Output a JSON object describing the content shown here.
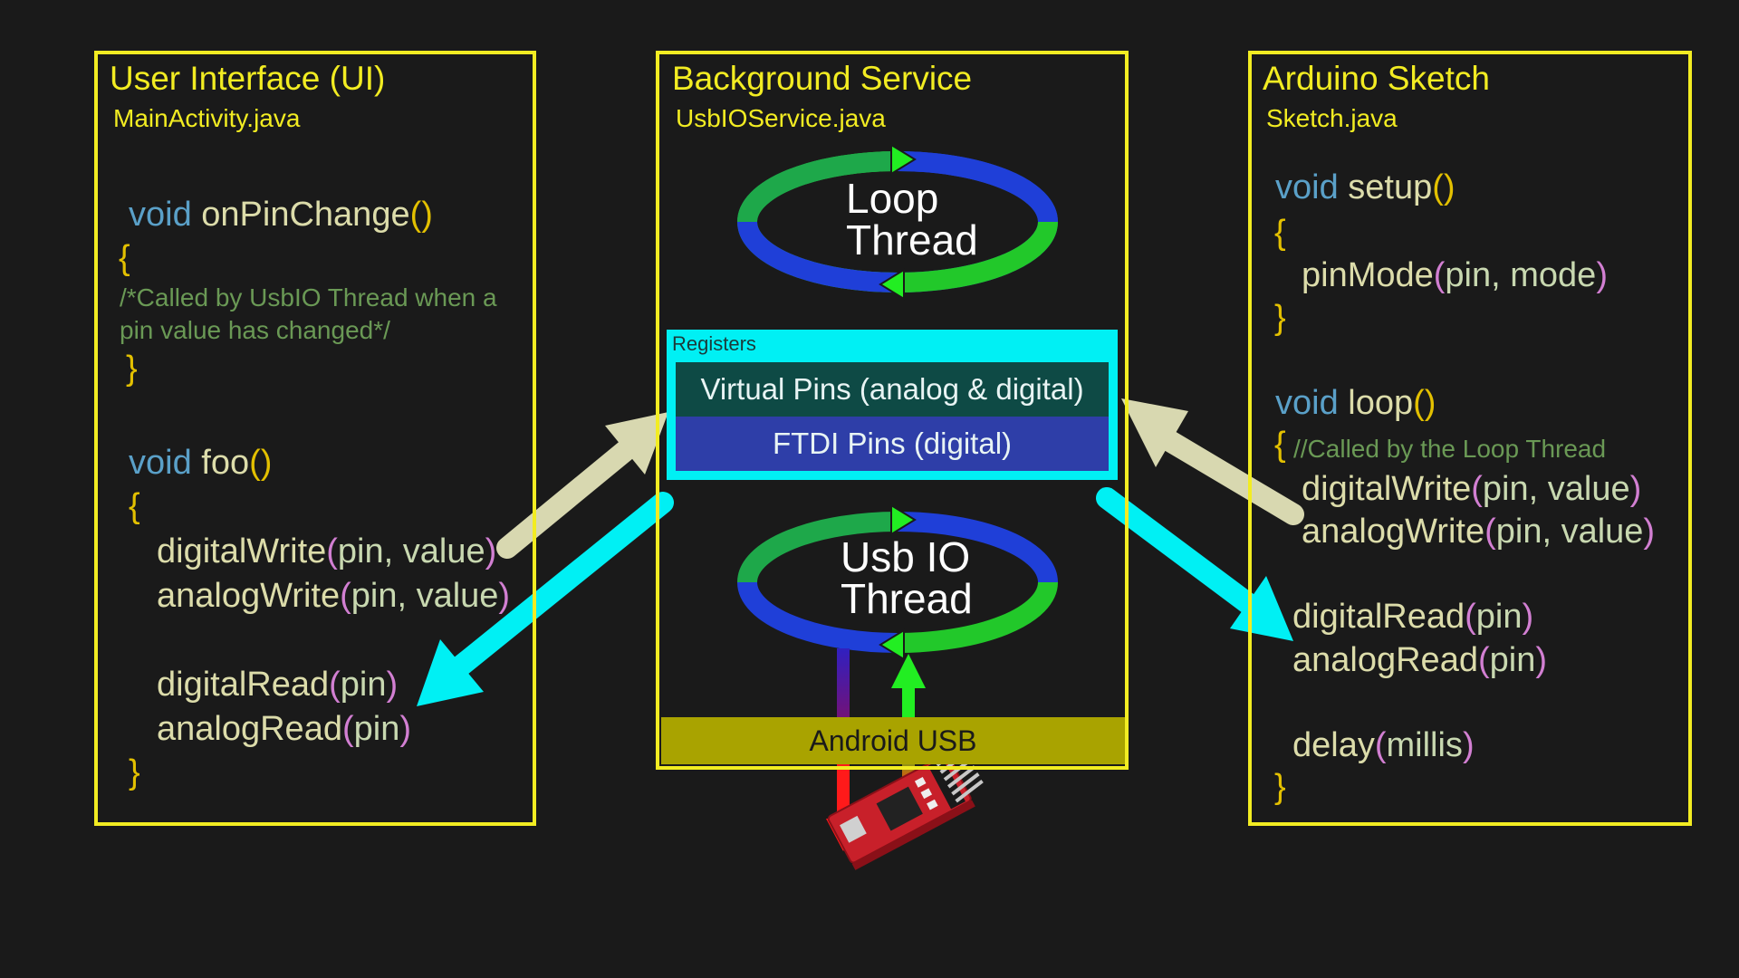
{
  "panels": {
    "ui": {
      "title": "User Interface (UI)",
      "subtitle": "MainActivity.java",
      "on_pin_change": {
        "kw": "void",
        "fn": "onPinChange",
        "paren": "()"
      },
      "brace_open": "{",
      "brace_close": "}",
      "comment_line1": "/*Called by UsbIO Thread when a",
      "comment_line2": "pin value has changed*/",
      "foo": {
        "kw": "void",
        "fn": "foo",
        "paren": "()"
      },
      "digital_write": {
        "fn": "digitalWrite",
        "open": "(",
        "args": "pin, value",
        "close": ")"
      },
      "analog_write": {
        "fn": "analogWrite",
        "open": "(",
        "args": "pin, value",
        "close": ")"
      },
      "digital_read": {
        "fn": "digitalRead",
        "open": "(",
        "args": "pin",
        "close": ")"
      },
      "analog_read": {
        "fn": "analogRead",
        "open": "(",
        "args": "pin",
        "close": ")"
      }
    },
    "service": {
      "title": "Background Service",
      "subtitle": "UsbIOService.java",
      "loop_thread_line1": "Loop",
      "loop_thread_line2": "Thread",
      "registers_title": "Registers",
      "virtual_pins": "Virtual Pins (analog & digital)",
      "ftdi_pins": "FTDI Pins (digital)",
      "usbio_thread_line1": "Usb IO",
      "usbio_thread_line2": "Thread",
      "android_usb": "Android USB"
    },
    "sketch": {
      "title": "Arduino Sketch",
      "subtitle": "Sketch.java",
      "setup": {
        "kw": "void",
        "fn": "setup",
        "paren": "()"
      },
      "brace_open": "{",
      "brace_close": "}",
      "pin_mode": {
        "fn": "pinMode",
        "open": "(",
        "args": "pin, mode",
        "close": ")"
      },
      "loop": {
        "kw": "void",
        "fn": "loop",
        "paren": "()"
      },
      "loop_comment": "//Called by the Loop Thread",
      "digital_write": {
        "fn": "digitalWrite",
        "open": "(",
        "args": "pin, value",
        "close": ")"
      },
      "analog_write": {
        "fn": "analogWrite",
        "open": "(",
        "args": "pin, value",
        "close": ")"
      },
      "digital_read": {
        "fn": "digitalRead",
        "open": "(",
        "args": "pin",
        "close": ")"
      },
      "analog_read": {
        "fn": "analogRead",
        "open": "(",
        "args": "pin",
        "close": ")"
      },
      "delay": {
        "fn": "delay",
        "open": "(",
        "args": "millis",
        "close": ")"
      }
    }
  },
  "colors": {
    "panel_border": "#f2ec22",
    "write_arrow": "#d8d8b0",
    "read_arrow": "#00f0f4",
    "registers_bg": "#00f0f4",
    "virtual_pins_bg": "#0e4a45",
    "ftdi_pins_bg": "#2e3ea8",
    "android_usb_bg": "#a9a300",
    "usb_out_arrow": "#ff1a1a",
    "usb_in_arrow": "#22ee22"
  }
}
